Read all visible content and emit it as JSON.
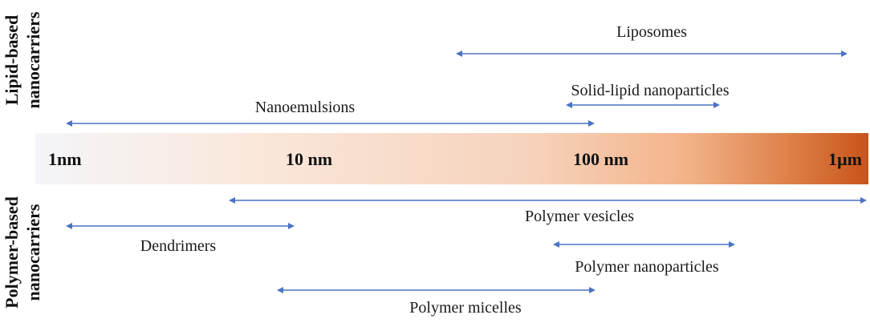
{
  "side_labels": {
    "lipid": [
      "Lipid-based",
      "nanocarriers"
    ],
    "polymer": [
      "Polymer-based",
      "nanocarriers"
    ]
  },
  "scale": {
    "ticks": [
      "1nm",
      "10 nm",
      "100 nm",
      "1µm"
    ],
    "colors": {
      "start": "#f4f5f9",
      "mid": "#f6c7a9",
      "end": "#c8541a"
    }
  },
  "carriers": {
    "liposomes": "Liposomes",
    "solid_lipid": "Solid-lipid nanoparticles",
    "nanoemulsions": "Nanoemulsions",
    "polymer_vesicles": "Polymer vesicles",
    "dendrimers": "Dendrimers",
    "polymer_nanoparticles": "Polymer nanoparticles",
    "polymer_micelles": "Polymer micelles"
  },
  "arrow_color": "#4a72c4"
}
